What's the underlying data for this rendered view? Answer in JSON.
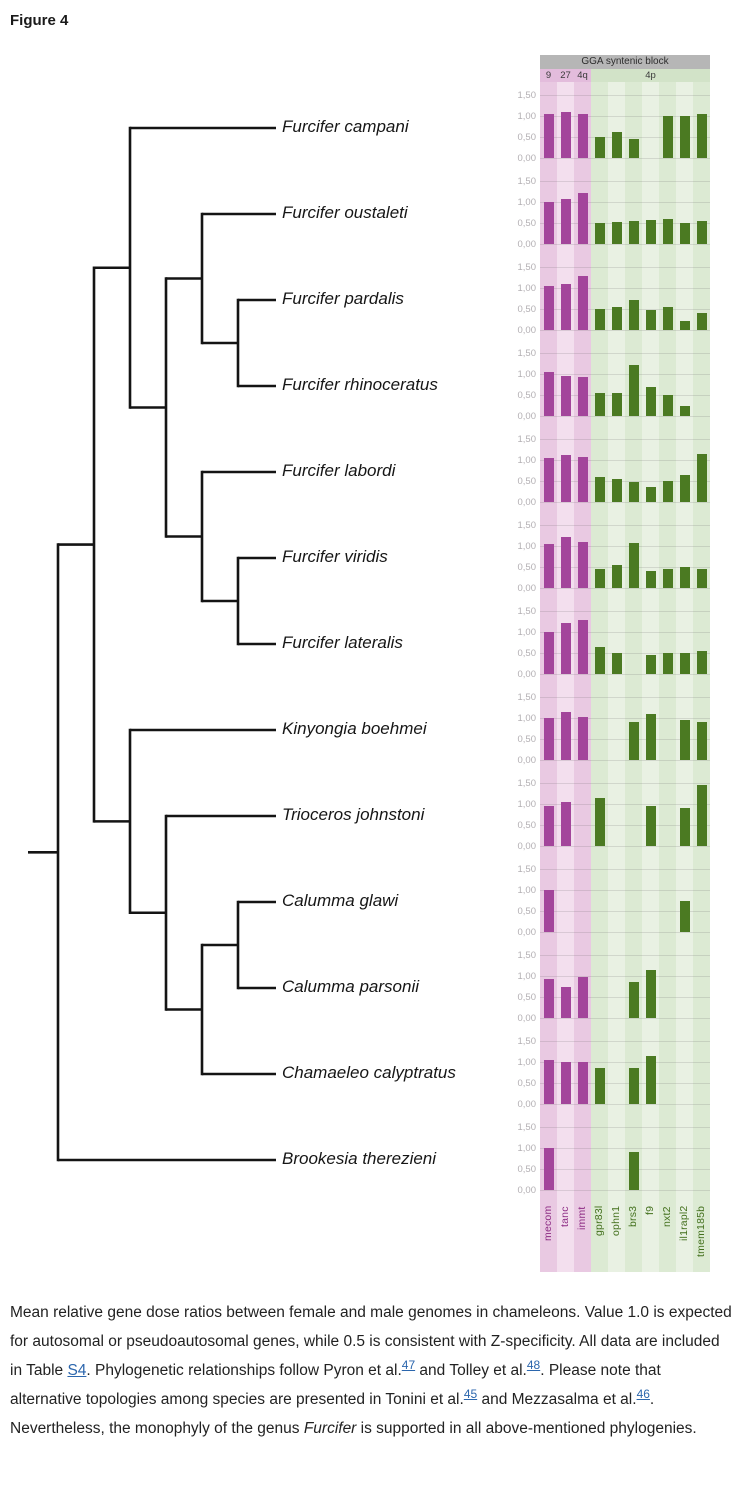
{
  "figure_label": "Figure 4",
  "tree": {
    "species": [
      "Furcifer campani",
      "Furcifer oustaleti",
      "Furcifer pardalis",
      "Furcifer rhinoceratus",
      "Furcifer labordi",
      "Furcifer viridis",
      "Furcifer lateralis",
      "Kinyongia boehmei",
      "Trioceros johnstoni",
      "Calumma glawi",
      "Calumma parsonii",
      "Chamaeleo calyptratus",
      "Brookesia therezieni"
    ],
    "topology": [
      [
        [
          0,
          [
            [
              1,
              [
                2,
                3
              ]
            ],
            [
              4,
              [
                5,
                6
              ]
            ]
          ]
        ],
        [
          7,
          [
            8,
            [
              [
                9,
                10
              ],
              11
            ]
          ]
        ]
      ],
      12
    ],
    "line_color": "#141414"
  },
  "chart": {
    "header": "GGA syntenic block",
    "subheader_left_labels": [
      "9",
      "27",
      "4q"
    ],
    "subheader_right_label": "4p",
    "yticks": [
      "1,50",
      "1,00",
      "0,50",
      "0,00"
    ],
    "genes": [
      {
        "name": "mecom",
        "group": "purple"
      },
      {
        "name": "tanc",
        "group": "purple"
      },
      {
        "name": "immt",
        "group": "purple"
      },
      {
        "name": "gpr83l",
        "group": "green"
      },
      {
        "name": "ophn1",
        "group": "green"
      },
      {
        "name": "brs3",
        "group": "green"
      },
      {
        "name": "f9",
        "group": "green"
      },
      {
        "name": "nxt2",
        "group": "green"
      },
      {
        "name": "il1rapl2",
        "group": "green"
      },
      {
        "name": "tmem185b",
        "group": "green"
      }
    ],
    "colors": {
      "header_bg": "#b6b6b6",
      "subhead_left_bg": "#e3bcdc",
      "subhead_right_bg": "#d2e3c8",
      "purple_bar": "#a3459b",
      "green_bar": "#4b7a22",
      "purple_label": "#8d2b84",
      "green_label": "#43701d",
      "stripes": [
        "#e9c9e2",
        "#f3dfee",
        "#e9c9e2",
        "#dcead3",
        "#e9f1e3",
        "#dcead3",
        "#e9f1e3",
        "#dcead3",
        "#e9f1e3",
        "#dcead3"
      ]
    }
  },
  "chart_data": {
    "type": "bar",
    "categories": [
      "mecom",
      "tanc",
      "immt",
      "gpr83l",
      "ophn1",
      "brs3",
      "f9",
      "nxt2",
      "il1rapl2",
      "tmem185b"
    ],
    "ylim": [
      0,
      1.5
    ],
    "ytick_values": [
      1.5,
      1.0,
      0.5,
      0.0
    ],
    "ytick_labels": [
      "1,50",
      "1,00",
      "0,50",
      "0,00"
    ],
    "legend": "none",
    "grid": true,
    "series": [
      {
        "name": "Furcifer campani",
        "values": [
          1.05,
          1.1,
          1.05,
          0.5,
          0.62,
          0.45,
          null,
          1.0,
          1.0,
          1.05
        ]
      },
      {
        "name": "Furcifer oustaleti",
        "values": [
          1.0,
          1.08,
          1.22,
          0.5,
          0.52,
          0.55,
          0.58,
          0.6,
          0.5,
          0.55
        ]
      },
      {
        "name": "Furcifer pardalis",
        "values": [
          1.05,
          1.1,
          1.28,
          0.5,
          0.55,
          0.72,
          0.48,
          0.55,
          0.22,
          0.4
        ]
      },
      {
        "name": "Furcifer rhinoceratus",
        "values": [
          1.05,
          0.95,
          0.92,
          0.55,
          0.55,
          1.22,
          0.68,
          0.5,
          0.25,
          null
        ]
      },
      {
        "name": "Furcifer labordi",
        "values": [
          1.05,
          1.12,
          1.08,
          0.6,
          0.55,
          0.48,
          0.35,
          0.5,
          0.65,
          1.15
        ]
      },
      {
        "name": "Furcifer viridis",
        "values": [
          1.05,
          1.22,
          1.1,
          0.45,
          0.55,
          1.08,
          0.4,
          0.45,
          0.5,
          0.45
        ]
      },
      {
        "name": "Furcifer lateralis",
        "values": [
          1.0,
          1.22,
          1.28,
          0.65,
          0.5,
          null,
          0.45,
          0.5,
          0.5,
          0.55
        ]
      },
      {
        "name": "Kinyongia boehmei",
        "values": [
          1.0,
          1.15,
          1.02,
          null,
          null,
          0.9,
          1.1,
          null,
          0.95,
          0.9
        ]
      },
      {
        "name": "Trioceros johnstoni",
        "values": [
          0.95,
          1.05,
          null,
          1.15,
          null,
          null,
          0.95,
          null,
          0.9,
          1.45
        ]
      },
      {
        "name": "Calumma glawi",
        "values": [
          1.0,
          null,
          null,
          null,
          null,
          null,
          null,
          null,
          0.75,
          null
        ]
      },
      {
        "name": "Calumma parsonii",
        "values": [
          0.92,
          0.75,
          0.97,
          null,
          null,
          0.85,
          1.15,
          null,
          null,
          null
        ]
      },
      {
        "name": "Chamaeleo calyptratus",
        "values": [
          1.05,
          1.0,
          1.0,
          0.85,
          null,
          0.85,
          1.15,
          null,
          null,
          null
        ]
      },
      {
        "name": "Brookesia therezieni",
        "values": [
          1.0,
          null,
          null,
          null,
          null,
          0.9,
          null,
          null,
          null,
          null
        ]
      }
    ]
  },
  "caption": {
    "segments": [
      {
        "type": "text",
        "text": "Mean relative gene dose ratios between female and male genomes in chameleons. Value 1.0 is expected for autosomal or pseudoautosomal genes, while 0.5 is consistent with Z-specificity. All data are included in Table "
      },
      {
        "type": "link",
        "text": "S4",
        "name": "link-table-s4"
      },
      {
        "type": "text",
        "text": ". Phylogenetic relationships follow Pyron et al."
      },
      {
        "type": "suplink",
        "text": "47",
        "name": "link-ref-47"
      },
      {
        "type": "text",
        "text": " and Tolley et al."
      },
      {
        "type": "suplink",
        "text": "48",
        "name": "link-ref-48"
      },
      {
        "type": "text",
        "text": ". Please note that alternative topologies among species are presented in Tonini et al."
      },
      {
        "type": "suplink",
        "text": "45",
        "name": "link-ref-45"
      },
      {
        "type": "text",
        "text": " and Mezzasalma et al."
      },
      {
        "type": "suplink",
        "text": "46",
        "name": "link-ref-46"
      },
      {
        "type": "text",
        "text": ". Nevertheless, the monophyly of the genus "
      },
      {
        "type": "italic",
        "text": "Furcifer"
      },
      {
        "type": "text",
        "text": " is supported in all above-mentioned phylogenies."
      }
    ]
  }
}
